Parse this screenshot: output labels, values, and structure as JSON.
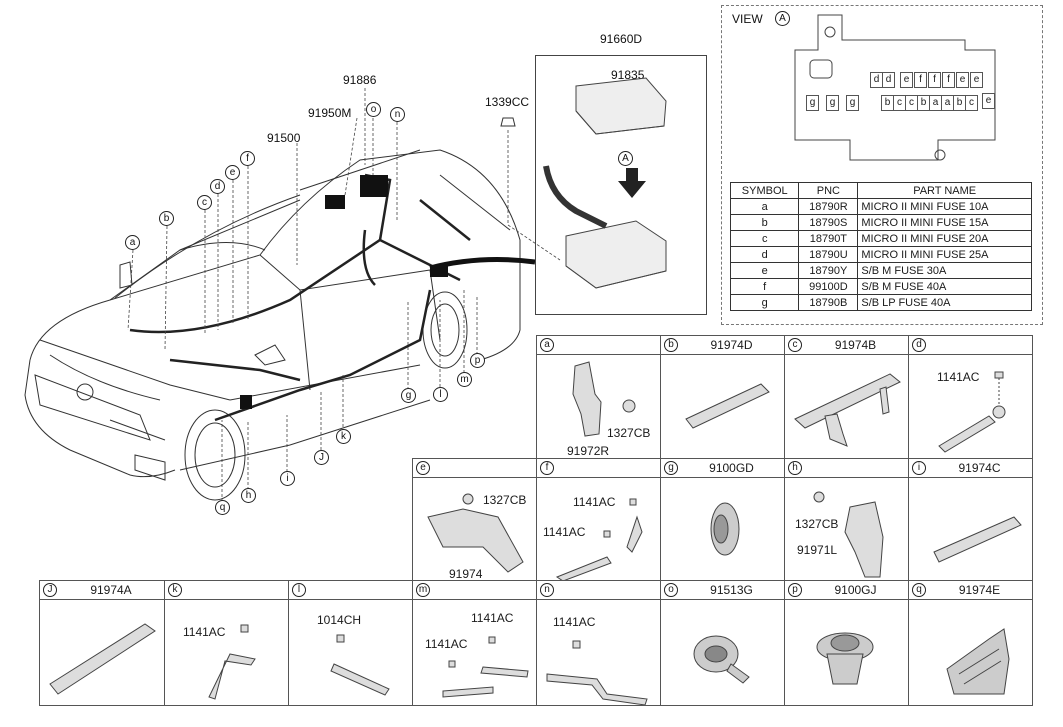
{
  "main_labels": {
    "p91660D": "91660D",
    "p91835": "91835",
    "p91886": "91886",
    "p1339CC": "1339CC",
    "p91950M": "91950M",
    "p91500": "91500",
    "view_A": "A"
  },
  "car_callouts": [
    "a",
    "b",
    "c",
    "d",
    "e",
    "f",
    "o",
    "n",
    "p",
    "m",
    "l",
    "g",
    "k",
    "J",
    "i",
    "h",
    "q"
  ],
  "view_panel": {
    "title": "VIEW",
    "letter": "A",
    "top_row": [
      "d",
      "d",
      "e",
      "f",
      "f",
      "f",
      "e",
      "e"
    ],
    "bottom_left": [
      "g",
      "g",
      "g"
    ],
    "bottom_right": [
      "b",
      "c",
      "c",
      "b",
      "a",
      "a",
      "b",
      "c"
    ],
    "bottom_far": "e"
  },
  "symbol_table": {
    "headers": [
      "SYMBOL",
      "PNC",
      "PART NAME"
    ],
    "rows": [
      [
        "a",
        "18790R",
        "MICRO II MINI FUSE 10A"
      ],
      [
        "b",
        "18790S",
        "MICRO II MINI FUSE 15A"
      ],
      [
        "c",
        "18790T",
        "MICRO II MINI FUSE 20A"
      ],
      [
        "d",
        "18790U",
        "MICRO II MINI FUSE 25A"
      ],
      [
        "e",
        "18790Y",
        "S/B M FUSE 30A"
      ],
      [
        "f",
        "99100D",
        "S/B M FUSE 40A"
      ],
      [
        "g",
        "18790B",
        "S/B LP FUSE 40A"
      ]
    ]
  },
  "cells": {
    "a": {
      "letter": "a",
      "pn": "",
      "sub1": "1327CB",
      "sub2": "91972R"
    },
    "b": {
      "letter": "b",
      "pn": "91974D"
    },
    "c": {
      "letter": "c",
      "pn": "91974B"
    },
    "d": {
      "letter": "d",
      "pn": "",
      "sub1": "1141AC"
    },
    "e": {
      "letter": "e",
      "pn": "",
      "sub1": "1327CB",
      "sub2": "91974"
    },
    "f": {
      "letter": "f",
      "pn": "",
      "sub1": "1141AC",
      "sub2": "1141AC"
    },
    "g": {
      "letter": "g",
      "pn": "9100GD"
    },
    "h": {
      "letter": "h",
      "pn": "",
      "sub1": "1327CB",
      "sub2": "91971L"
    },
    "i": {
      "letter": "i",
      "pn": "91974C"
    },
    "J": {
      "letter": "J",
      "pn": "91974A"
    },
    "k": {
      "letter": "k",
      "pn": "",
      "sub1": "1141AC"
    },
    "l": {
      "letter": "l",
      "pn": "",
      "sub1": "1014CH"
    },
    "m": {
      "letter": "m",
      "pn": "",
      "sub1": "1141AC",
      "sub2": "1141AC"
    },
    "n": {
      "letter": "n",
      "pn": "",
      "sub1": "1141AC"
    },
    "o": {
      "letter": "o",
      "pn": "91513G"
    },
    "p": {
      "letter": "p",
      "pn": "9100GJ"
    },
    "q": {
      "letter": "q",
      "pn": "91974E"
    }
  }
}
